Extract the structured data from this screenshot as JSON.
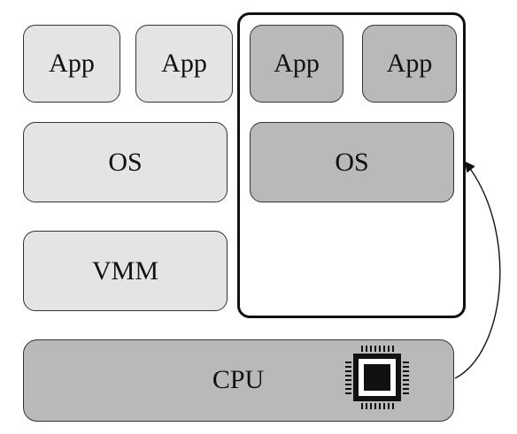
{
  "diagram": {
    "guest_apps": [
      "App",
      "App"
    ],
    "host_apps": [
      "App",
      "App"
    ],
    "host_os_label": "OS",
    "guest_os_label": "OS",
    "vmm_label": "VMM",
    "cpu_label": "CPU",
    "icons": [
      "cpu-chip-icon"
    ],
    "colors": {
      "light_box": "#e4e4e4",
      "dark_box": "#b9b9b9",
      "frame": "#111111"
    }
  }
}
